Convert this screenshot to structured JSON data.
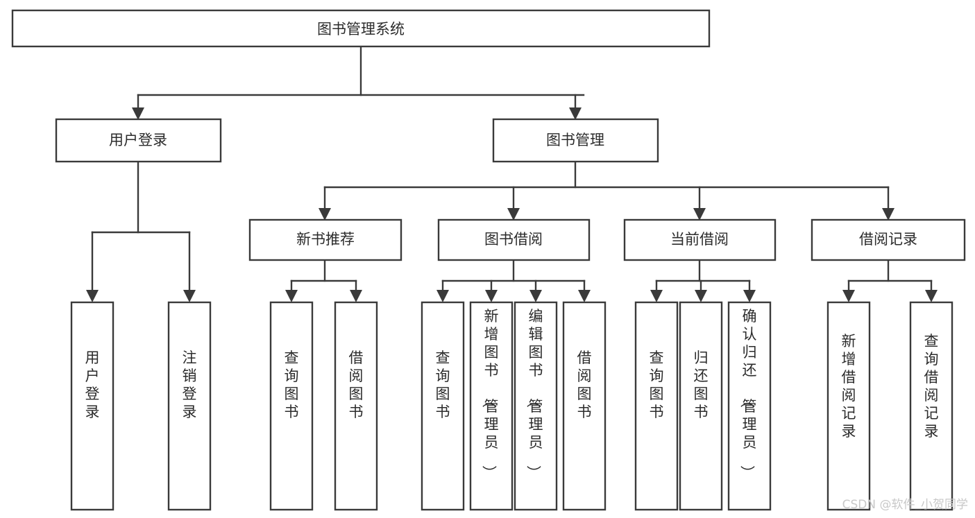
{
  "diagram": {
    "title": "图书管理系统",
    "type": "hierarchy-tree",
    "orientation": "top-down",
    "colors": {
      "box_fill": "#ffffff",
      "box_stroke": "#3a3a3a",
      "connector": "#3a3a3a",
      "text": "#2b2b2b",
      "background": "#ffffff",
      "watermark": "#c8c8c8"
    },
    "levels": [
      {
        "level": 1,
        "nodes": [
          {
            "id": "root",
            "label": "图书管理系统",
            "orient": "horizontal"
          }
        ]
      },
      {
        "level": 2,
        "nodes": [
          {
            "id": "user-login",
            "label": "用户登录",
            "orient": "horizontal",
            "parent": "root"
          },
          {
            "id": "book-manage",
            "label": "图书管理",
            "orient": "horizontal",
            "parent": "root"
          }
        ]
      },
      {
        "level": 3,
        "nodes": [
          {
            "id": "new-book-rec",
            "label": "新书推荐",
            "orient": "horizontal",
            "parent": "book-manage"
          },
          {
            "id": "book-borrow",
            "label": "图书借阅",
            "orient": "horizontal",
            "parent": "book-manage"
          },
          {
            "id": "current-borrow",
            "label": "当前借阅",
            "orient": "horizontal",
            "parent": "book-manage"
          },
          {
            "id": "borrow-record",
            "label": "借阅记录",
            "orient": "horizontal",
            "parent": "book-manage"
          }
        ]
      },
      {
        "level": 4,
        "nodes": [
          {
            "id": "leaf-user-login",
            "label": "用户登录",
            "orient": "vertical",
            "parent": "user-login"
          },
          {
            "id": "leaf-logout",
            "label": "注销登录",
            "orient": "vertical",
            "parent": "user-login"
          },
          {
            "id": "leaf-query-book-1",
            "label": "查询图书",
            "orient": "vertical",
            "parent": "new-book-rec"
          },
          {
            "id": "leaf-borrow-book-1",
            "label": "借阅图书",
            "orient": "vertical",
            "parent": "new-book-rec"
          },
          {
            "id": "leaf-query-book-2",
            "label": "查询图书",
            "orient": "vertical",
            "parent": "book-borrow"
          },
          {
            "id": "leaf-add-book",
            "label": "新增图书（管理员）",
            "orient": "vertical",
            "parent": "book-borrow"
          },
          {
            "id": "leaf-edit-book",
            "label": "编辑图书（管理员）",
            "orient": "vertical",
            "parent": "book-borrow"
          },
          {
            "id": "leaf-borrow-book-2",
            "label": "借阅图书",
            "orient": "vertical",
            "parent": "book-borrow"
          },
          {
            "id": "leaf-query-book-3",
            "label": "查询图书",
            "orient": "vertical",
            "parent": "current-borrow"
          },
          {
            "id": "leaf-return-book",
            "label": "归还图书",
            "orient": "vertical",
            "parent": "current-borrow"
          },
          {
            "id": "leaf-confirm-return",
            "label": "确认归还（管理员）",
            "orient": "vertical",
            "parent": "current-borrow"
          },
          {
            "id": "leaf-add-record",
            "label": "新增借阅记录",
            "orient": "vertical",
            "parent": "borrow-record"
          },
          {
            "id": "leaf-query-record",
            "label": "查询借阅记录",
            "orient": "vertical",
            "parent": "borrow-record"
          }
        ]
      }
    ]
  },
  "watermark": {
    "text": "CSDN @软件_小贺同学"
  }
}
